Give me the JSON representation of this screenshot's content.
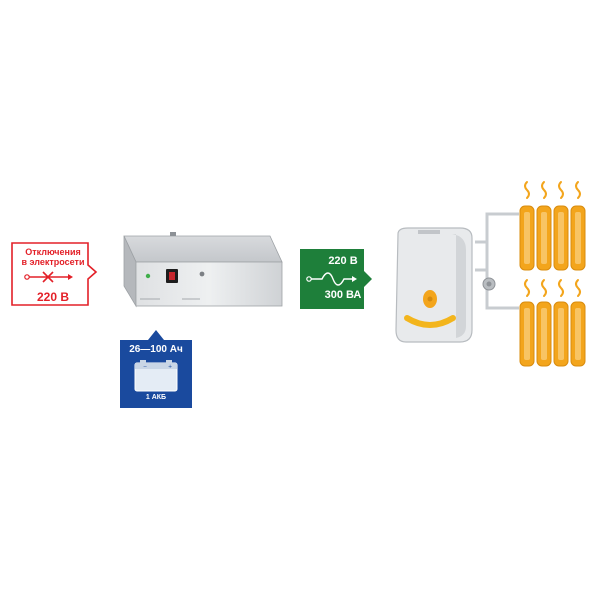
{
  "outage": {
    "line1": "Отключения",
    "line2": "в электросети",
    "voltage": "220 В",
    "color": "#e32028"
  },
  "output": {
    "voltage": "220 В",
    "power": "300 ВА",
    "color": "#1e7f3a"
  },
  "battery": {
    "capacity": "26—100 Ач",
    "count": "1 АКБ",
    "color": "#1a4a9e"
  },
  "icons": {
    "outage": "crossed-wire-icon",
    "output": "sine-wave-icon",
    "battery": "battery-icon",
    "heat": "heat-wave-icon"
  },
  "heater_color": "#f3a51c"
}
